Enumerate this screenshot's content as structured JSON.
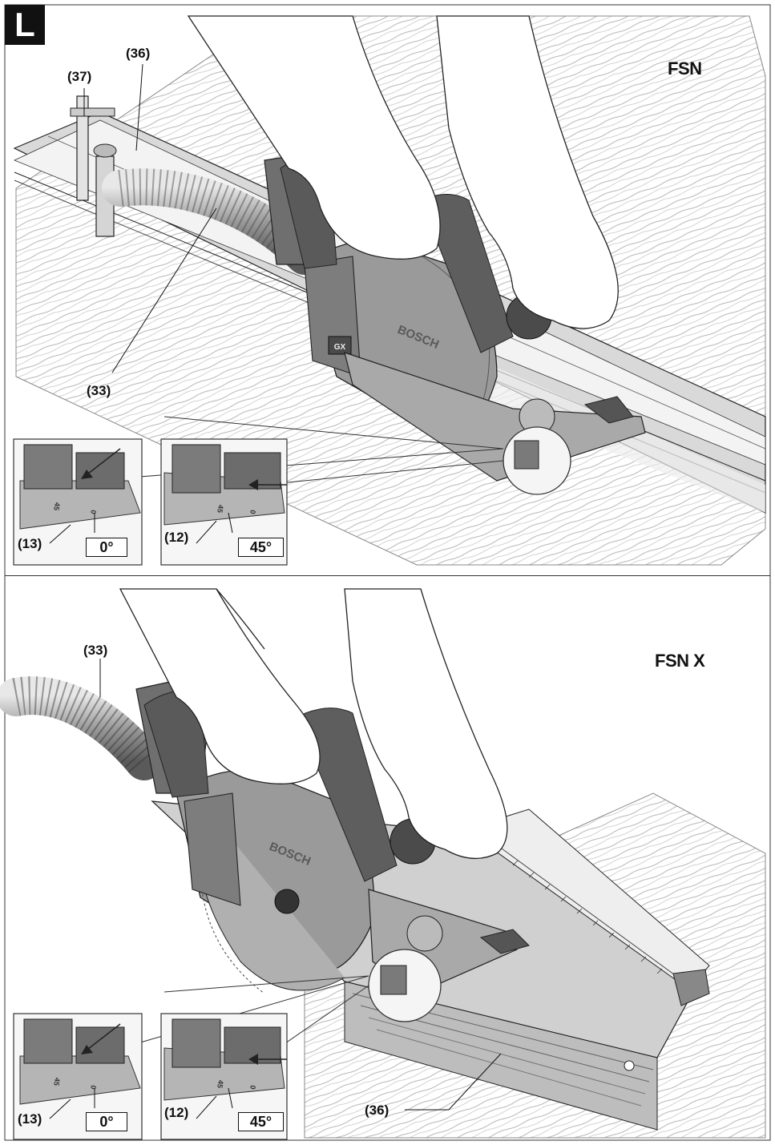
{
  "figure": {
    "letter": "L"
  },
  "panels": [
    {
      "model": "FSN",
      "callouts": {
        "c37": "(37)",
        "c36": "(36)",
        "c33": "(33)",
        "c13": "(13)",
        "c12": "(12)"
      },
      "angles": {
        "left": "0°",
        "right": "45°"
      },
      "scale_marks": {
        "forty_five": "45",
        "zero": "0"
      },
      "tool_text": {
        "brand": "BOSCH",
        "model_badge": "GX"
      }
    },
    {
      "model": "FSN X",
      "callouts": {
        "c33": "(33)",
        "c36": "(36)",
        "c13": "(13)",
        "c12": "(12)"
      },
      "angles": {
        "left": "0°",
        "right": "45°"
      },
      "scale_marks": {
        "forty_five": "45",
        "zero": "0"
      },
      "tool_text": {
        "brand": "BOSCH"
      }
    }
  ],
  "colors": {
    "ink": "#111111",
    "tool_gray": "#8f8f8f",
    "dark_gray": "#555555",
    "rail": "#bdbdbd",
    "wood_line": "#a8a8a8"
  }
}
